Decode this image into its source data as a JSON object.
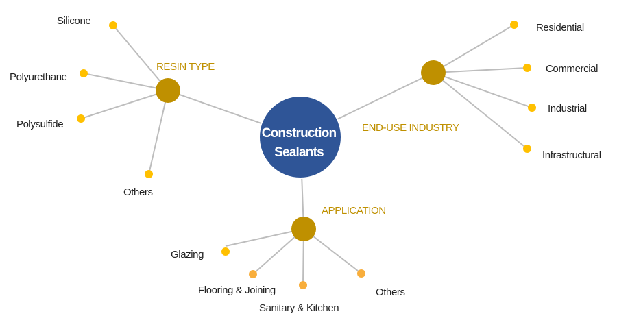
{
  "center": {
    "line1": "Construction",
    "line2": "Sealants",
    "color": "#2F5597"
  },
  "colors": {
    "hub": "#BF9000",
    "leaf": "#FFC000",
    "leaf_alt": "#F8AE3C",
    "line": "#BDBDBD"
  },
  "branches": {
    "resin": {
      "title": "RESIN TYPE",
      "items": [
        "Silicone",
        "Polyurethane",
        "Polysulfide",
        "Others"
      ]
    },
    "end_use": {
      "title": "END-USE INDUSTRY",
      "items": [
        "Residential",
        "Commercial",
        "Industrial",
        "Infrastructural"
      ]
    },
    "application": {
      "title": "APPLICATION",
      "items": [
        "Glazing",
        "Flooring & Joining",
        "Sanitary & Kitchen",
        "Others"
      ]
    }
  }
}
